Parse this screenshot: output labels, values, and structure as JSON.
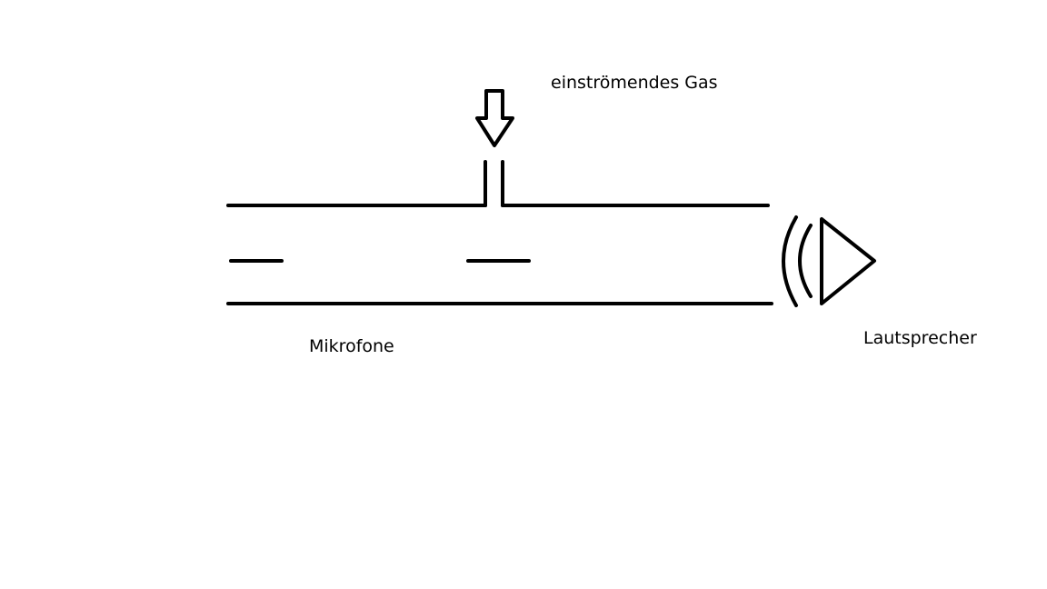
{
  "labels": {
    "inflow_gas": "einströmendes Gas",
    "microphones": "Mikrofone",
    "loudspeaker": "Lautsprecher"
  },
  "style": {
    "stroke_color": "#000000",
    "background": "#ffffff"
  },
  "icons": {
    "inlet_arrow": "down-arrow-icon",
    "speaker": "speaker-icon",
    "sound_waves": "sound-wave-icon"
  }
}
